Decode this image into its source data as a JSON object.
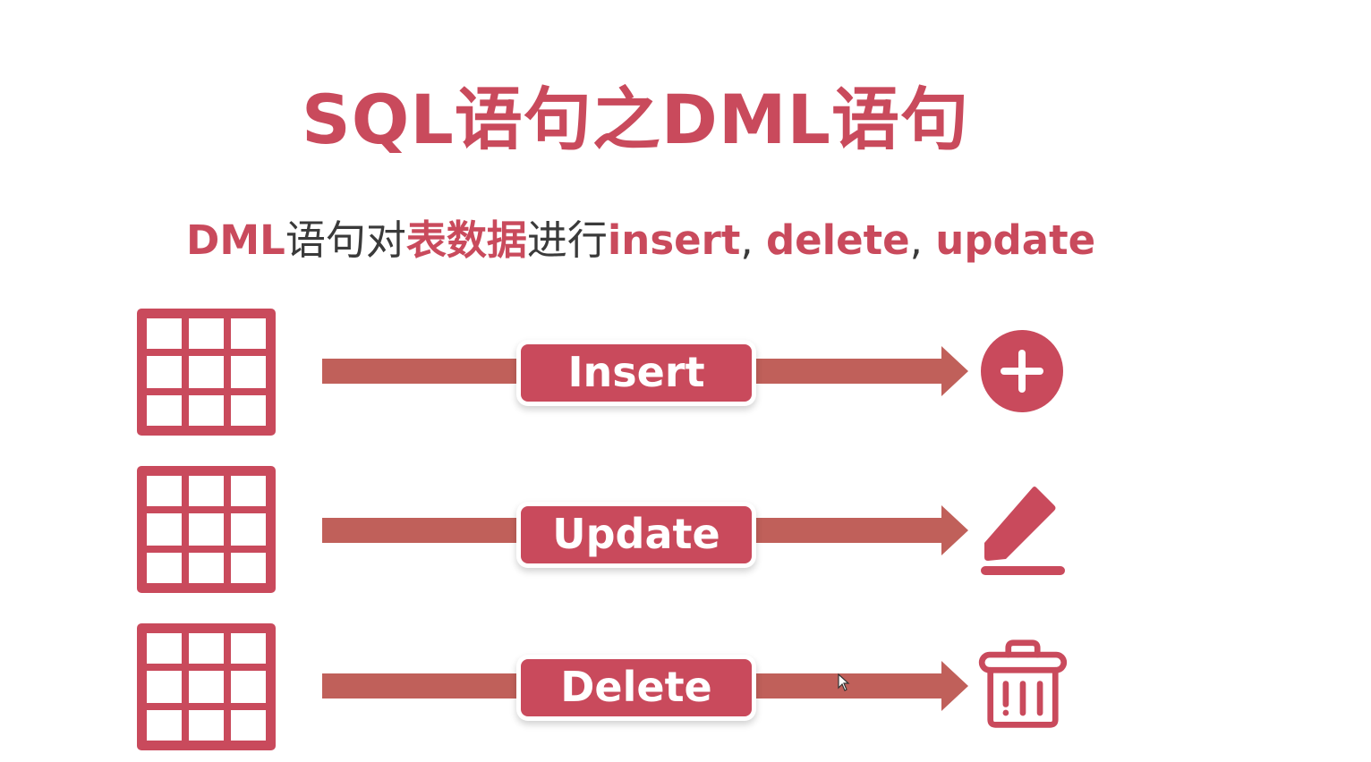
{
  "title": "SQL语句之DML语句",
  "subtitle": {
    "part1": "DML",
    "part2": "语句对",
    "part3": "表数据",
    "part4": "进行",
    "part5": "insert",
    "sep1": ", ",
    "part6": "delete",
    "sep2": ", ",
    "part7": "update"
  },
  "operations": [
    {
      "label": "Insert",
      "icon": "plus-circle-icon"
    },
    {
      "label": "Update",
      "icon": "edit-pencil-icon"
    },
    {
      "label": "Delete",
      "icon": "trash-icon"
    }
  ],
  "colors": {
    "accent": "#c94a5c",
    "arrow": "#c0605a",
    "text_dark": "#3a3a3a",
    "background": "#ffffff"
  }
}
